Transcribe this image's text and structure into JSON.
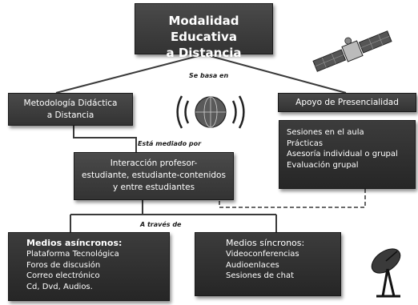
{
  "title": {
    "line1": "Modalidad Educativa",
    "line2": "a Distancia"
  },
  "labels": {
    "se_basa_en": "Se basa en",
    "esta_mediado_por": "Está mediado por",
    "a_traves_de": "A través de"
  },
  "metodologia": {
    "line1": "Metodología Didáctica",
    "line2": "a Distancia"
  },
  "apoyo": {
    "title": "Apoyo de Presencialidad",
    "items": [
      "Sesiones en el aula",
      "Prácticas",
      "Asesoría individual o grupal",
      "Evaluación grupal"
    ]
  },
  "interaccion": {
    "line1": "Interacción profesor-",
    "line2": "estudiante, estudiante-contenidos",
    "line3": "y entre estudiantes"
  },
  "asincronos": {
    "title": "Medios asíncronos:",
    "items": [
      "Plataforma Tecnológica",
      "Foros de discusión",
      "Correo electrónico",
      "Cd, Dvd, Audios."
    ]
  },
  "sincronos": {
    "title": "Medios síncronos:",
    "items": [
      "Videoconferencias",
      "Audioenlaces",
      "Sesiones de chat"
    ]
  },
  "colors": {
    "box": "#3a3a3a",
    "line": "#3a3a3a",
    "text": "#ffffff"
  },
  "icons": [
    "satellite-icon",
    "broadcast-globe-icon",
    "satellite-dish-icon"
  ]
}
